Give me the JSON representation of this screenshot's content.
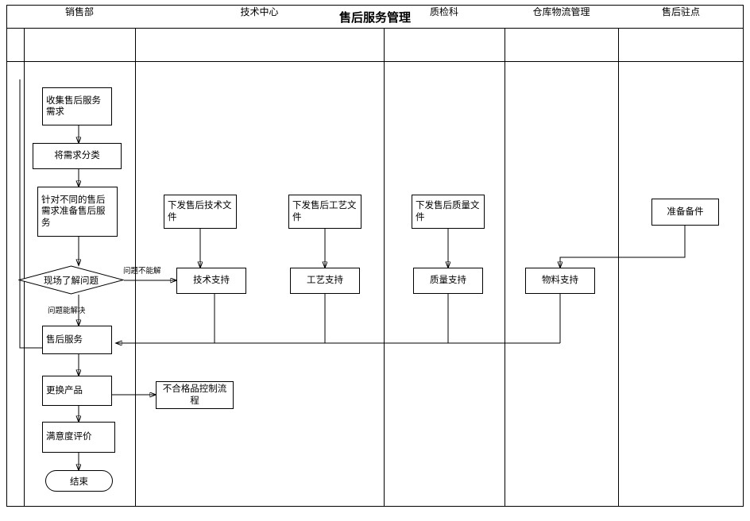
{
  "title": "售后服务管理",
  "lanes": [
    {
      "label": "销售部"
    },
    {
      "label": "技术中心"
    },
    {
      "label": "质检科"
    },
    {
      "label": "仓库物流管理"
    },
    {
      "label": "售后驻点"
    }
  ],
  "nodes": {
    "collect": "收集售后服务需求",
    "classify": "将需求分类",
    "prepare": "针对不同的售后需求准备售后服务",
    "onsite": "现场了解问题",
    "after_sales": "售后服务",
    "replace": "更换产品",
    "satisfaction": "满意度评价",
    "end": "结束",
    "tech_doc": "下发售后技术文件",
    "craft_doc": "下发售后工艺文件",
    "quality_doc": "下发售后质量文件",
    "spare_parts": "准备备件",
    "tech_support": "技术支持",
    "craft_support": "工艺支持",
    "quality_support": "质量支持",
    "material_support": "物料支持",
    "nonconform": "不合格品控制流程"
  },
  "edge_labels": {
    "cannot_solve": "问题不能解",
    "can_solve": "问题能解决"
  },
  "colors": {
    "line": "#000000",
    "background": "#ffffff",
    "text": "#000000"
  }
}
